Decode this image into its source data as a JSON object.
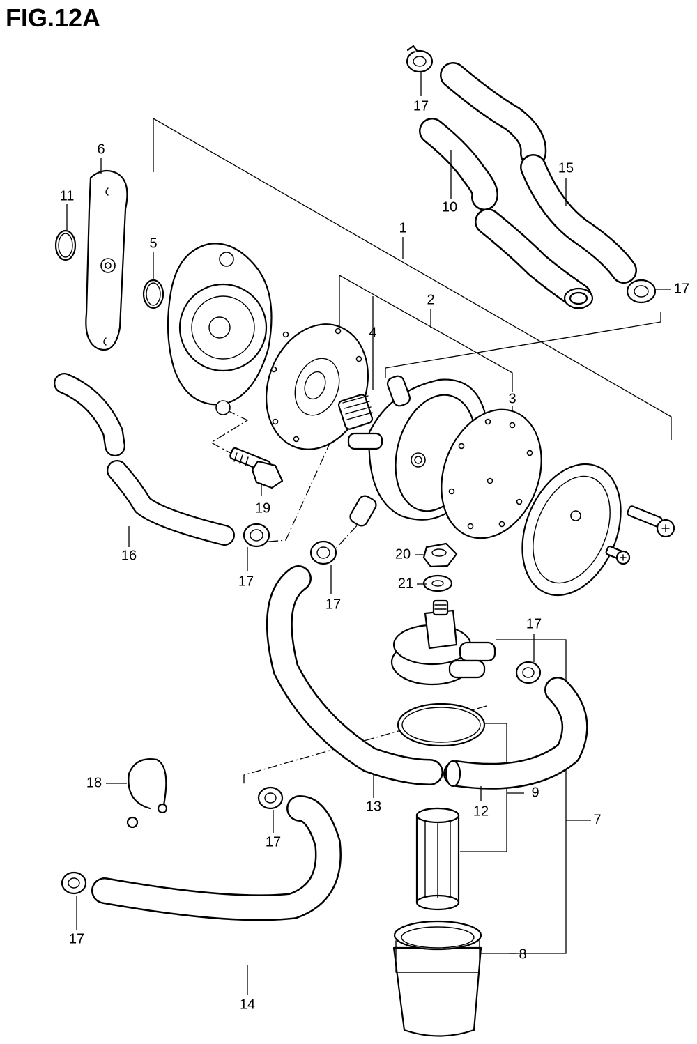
{
  "figure": {
    "title": "FIG.12A"
  },
  "callouts": {
    "c1": "1",
    "c2": "2",
    "c3": "3",
    "c4": "4",
    "c5": "5",
    "c6": "6",
    "c7": "7",
    "c8": "8",
    "c9": "9",
    "c10": "10",
    "c11": "11",
    "c12": "12",
    "c13": "13",
    "c14": "14",
    "c15": "15",
    "c16": "16",
    "c17a": "17",
    "c17b": "17",
    "c17c": "17",
    "c17d": "17",
    "c17e": "17",
    "c17f": "17",
    "c17g": "17",
    "c18": "18",
    "c19": "19",
    "c20": "20",
    "c21": "21"
  }
}
